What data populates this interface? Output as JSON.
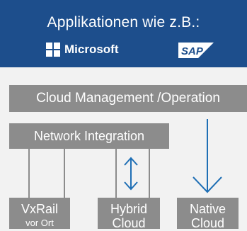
{
  "banner": {
    "title": "Applikationen wie z.B.:",
    "logos": {
      "microsoft": "Microsoft",
      "sap": "SAP"
    },
    "color": "#1d4e8c"
  },
  "layers": {
    "cloud_management": "Cloud Management /Operation",
    "network_integration": "Network Integration"
  },
  "boxes": [
    {
      "line1": "VxRail",
      "line2": "vor Ort"
    },
    {
      "line1": "Hybrid",
      "line2": "Cloud"
    },
    {
      "line1": "Native",
      "line2": "Cloud"
    }
  ],
  "colors": {
    "box_gray": "#8c8c8c",
    "arrow_blue": "#1f6fb5",
    "background": "#f2f2f2"
  },
  "icons": [
    "microsoft-logo-icon",
    "sap-logo-icon",
    "bidirectional-arrow-icon",
    "down-arrow-icon"
  ]
}
